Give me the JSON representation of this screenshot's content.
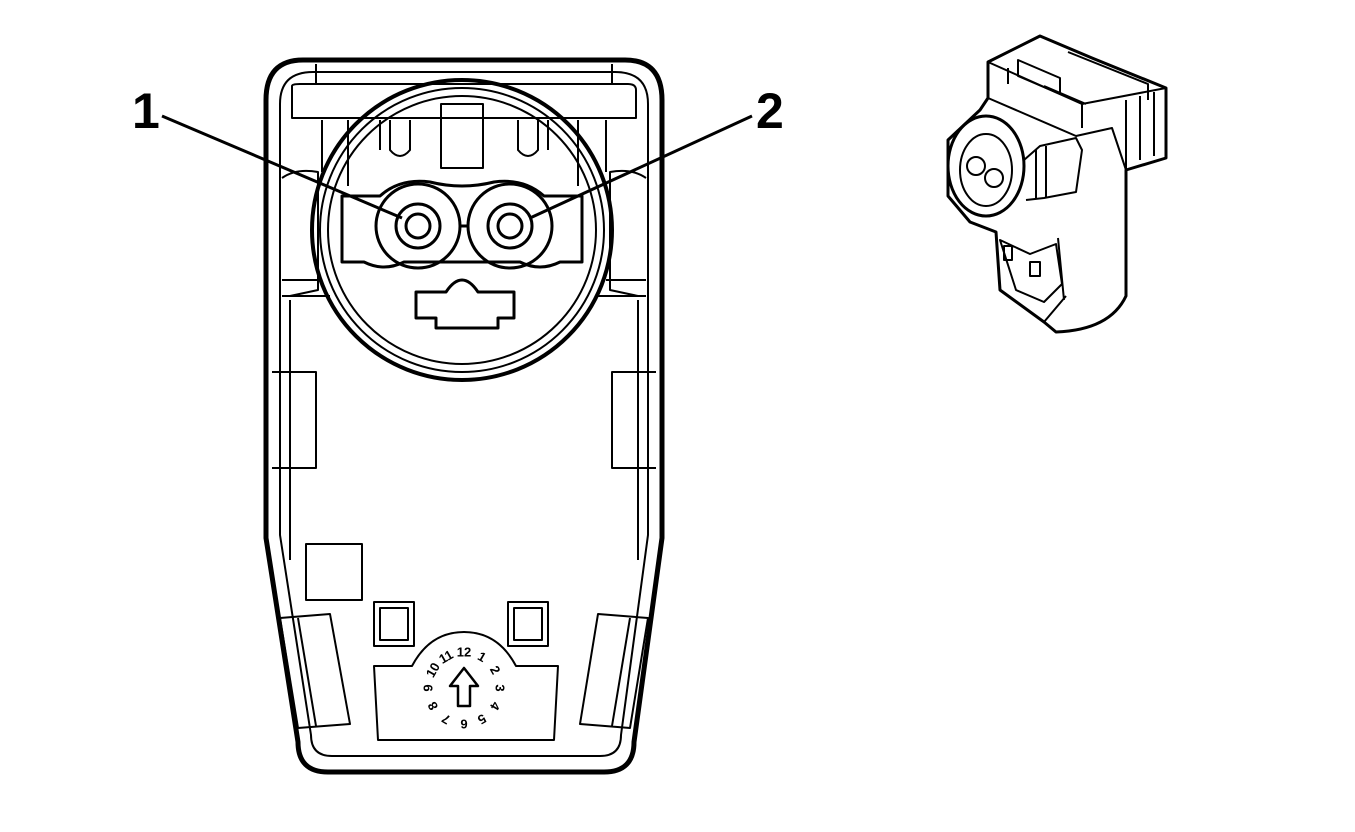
{
  "callouts": {
    "pin_1": "1",
    "pin_2": "2"
  },
  "clock_dial": {
    "numbers": [
      "12",
      "1",
      "2",
      "3",
      "4",
      "5",
      "6",
      "7",
      "8",
      "9",
      "10",
      "11"
    ]
  },
  "colors": {
    "line": "#000000",
    "background": "#ffffff"
  }
}
